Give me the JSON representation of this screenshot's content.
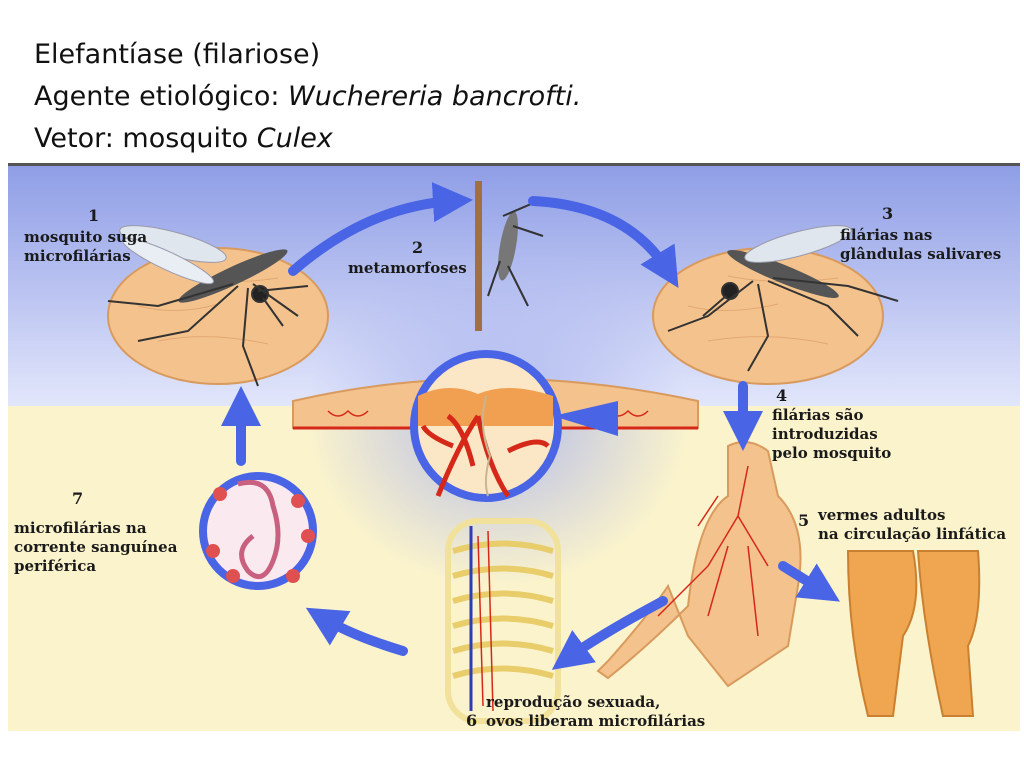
{
  "title": {
    "line1": "Elefantíase (filariose)",
    "line2_prefix": "Agente etiológico: ",
    "line2_italic": "Wuchereria bancrofti.",
    "line3_prefix": "Vetor: mosquito ",
    "line3_italic": "Culex"
  },
  "steps": [
    {
      "number": "1",
      "text": "mosquito suga\nmicrofilárias"
    },
    {
      "number": "2",
      "text": "metamorfoses"
    },
    {
      "number": "3",
      "text": "filárias nas\nglândulas salivares"
    },
    {
      "number": "4",
      "text": "filárias são\nintroduzidas\npelo mosquito"
    },
    {
      "number": "5",
      "text": "vermes adultos\nna circulação linfática"
    },
    {
      "number": "6",
      "text": "reprodução sexuada,\novos liberam microfilárias"
    },
    {
      "number": "7",
      "text": "microfilárias na\ncorrente sanguínea\nperiférica"
    }
  ],
  "colors": {
    "sky_top": "#8f9ee6",
    "sky_bottom": "#e2e6fb",
    "ground": "#faf3cc",
    "arrow": "#4a64e6",
    "skin": "#f4c28c",
    "vessel": "#d62818"
  }
}
